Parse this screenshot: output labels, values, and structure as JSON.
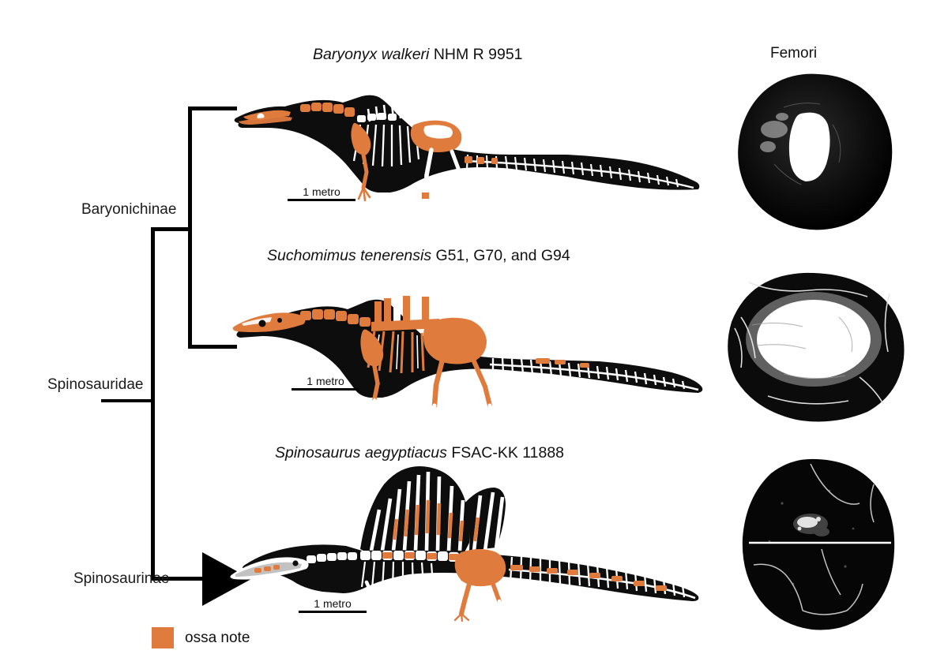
{
  "figure": {
    "domain": "phylogeny-skeletal-figure",
    "accent_orange": "#E07B3E",
    "line_color": "#000000",
    "background": "#FFFFFF"
  },
  "columns": {
    "femori_header": "Femori"
  },
  "cladogram": {
    "nodes": [
      {
        "id": "baryonichinae",
        "label": "Baryonichinae"
      },
      {
        "id": "spinosauridae",
        "label": "Spinosauridae"
      },
      {
        "id": "spinosaurinae",
        "label": "Spinosaurinae"
      }
    ]
  },
  "taxa": [
    {
      "id": "baryonyx",
      "genus_species": "Baryonyx walkeri",
      "specimen": "NHM R 9951",
      "scalebar": "1 metro",
      "clade": "Baryonichinae",
      "femur_description": "hollow medullary cavity, thick cortex"
    },
    {
      "id": "suchomimus",
      "genus_species": "Suchomimus tenerensis",
      "specimen": "G51, G70, and G94",
      "scalebar": "1 metro",
      "clade": "Baryonichinae",
      "femur_description": "large bright infilled medullary region"
    },
    {
      "id": "spinosaurus",
      "genus_species": "Spinosaurus aegyptiacus",
      "specimen": "FSAC-KK 11888",
      "scalebar": "1 metro",
      "clade": "Spinosaurinae",
      "femur_description": "nearly solid dense bone, horizontal white line"
    }
  ],
  "legend": {
    "swatch_color": "#E07B3E",
    "label": "ossa note"
  }
}
